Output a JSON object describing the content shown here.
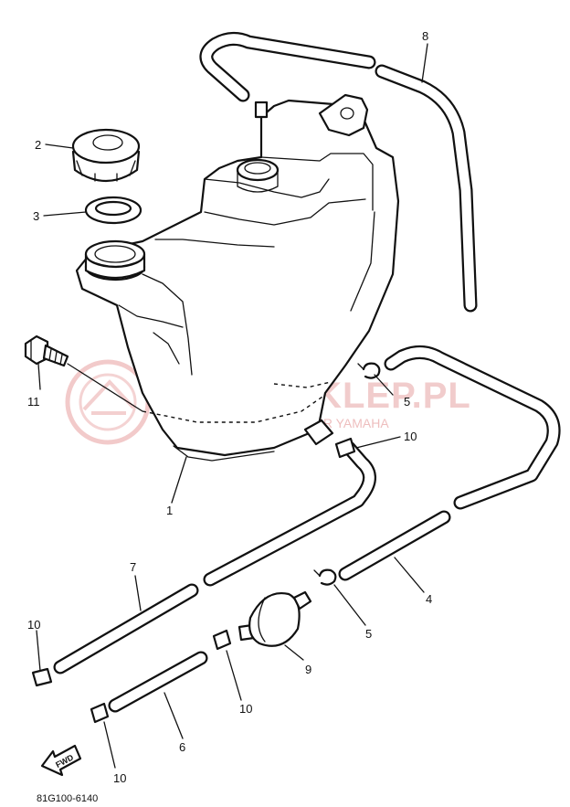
{
  "callouts": [
    {
      "id": "c8",
      "label": "8"
    },
    {
      "id": "c2",
      "label": "2"
    },
    {
      "id": "c3",
      "label": "3"
    },
    {
      "id": "c11",
      "label": "11"
    },
    {
      "id": "c5a",
      "label": "5"
    },
    {
      "id": "c10a",
      "label": "10"
    },
    {
      "id": "c1",
      "label": "1"
    },
    {
      "id": "c7",
      "label": "7"
    },
    {
      "id": "c4",
      "label": "4"
    },
    {
      "id": "c5b",
      "label": "5"
    },
    {
      "id": "c10b",
      "label": "10"
    },
    {
      "id": "c9",
      "label": "9"
    },
    {
      "id": "c10c",
      "label": "10"
    },
    {
      "id": "c6",
      "label": "6"
    },
    {
      "id": "c10d",
      "label": "10"
    }
  ],
  "watermark": {
    "title": "YAMA-SKLEP.PL",
    "subtitle": "W.CIECHOWICZ | DEALER YAMAHA"
  },
  "fwd_label": "FWD",
  "diagram_code": "81G100-6140"
}
